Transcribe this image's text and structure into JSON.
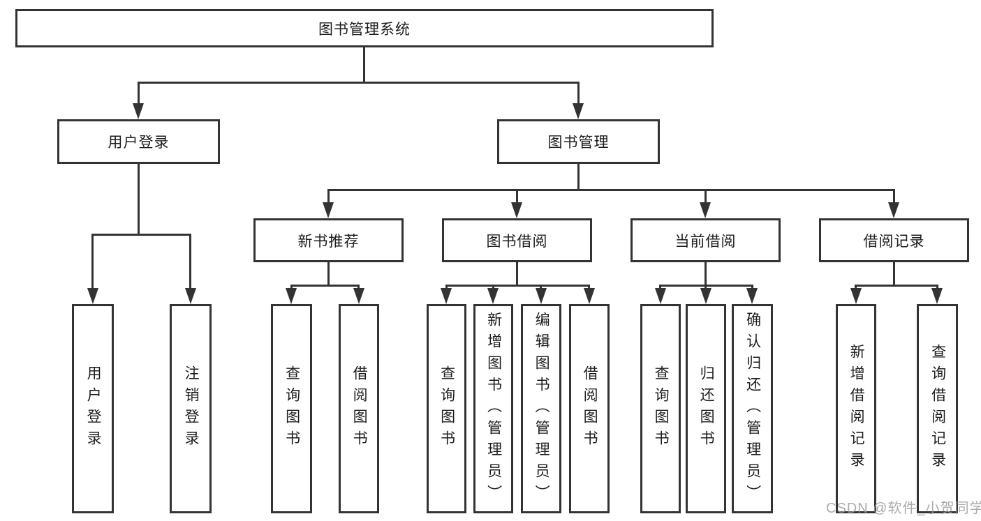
{
  "diagram_title": "图书管理系统",
  "tree": {
    "root": {
      "label": "图书管理系统"
    },
    "branches": [
      {
        "label": "用户登录",
        "children": [
          {
            "label": "用户登录"
          },
          {
            "label": "注销登录"
          }
        ]
      },
      {
        "label": "图书管理",
        "children": [
          {
            "label": "新书推荐",
            "children": [
              {
                "label": "查询图书"
              },
              {
                "label": "借阅图书"
              }
            ]
          },
          {
            "label": "图书借阅",
            "children": [
              {
                "label": "查询图书"
              },
              {
                "label": "新增图书（管理员）"
              },
              {
                "label": "编辑图书（管理员）"
              },
              {
                "label": "借阅图书"
              }
            ]
          },
          {
            "label": "当前借阅",
            "children": [
              {
                "label": "查询图书"
              },
              {
                "label": "归还图书"
              },
              {
                "label": "确认归还（管理员）"
              }
            ]
          },
          {
            "label": "借阅记录",
            "children": [
              {
                "label": "新增借阅记录"
              },
              {
                "label": "查询借阅记录"
              }
            ]
          }
        ]
      }
    ]
  },
  "watermark": "CSDN @软件_小贺同学",
  "colors": {
    "line": "#333333",
    "box_border": "#333333",
    "text": "#1d1d1f",
    "watermark": "#9d9d9d",
    "background": "#ffffff"
  }
}
